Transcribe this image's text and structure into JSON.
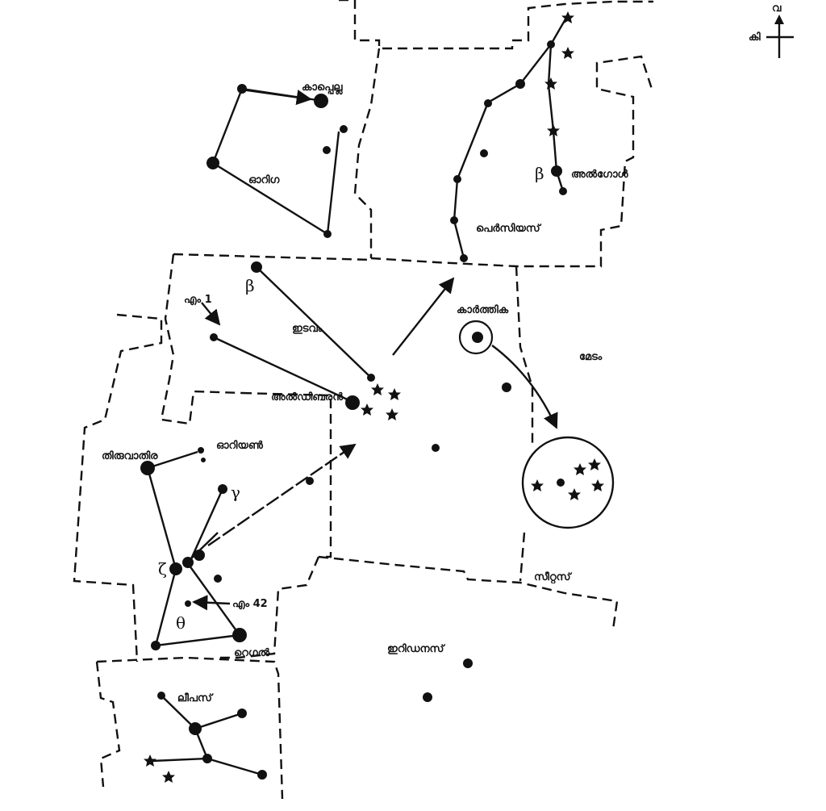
{
  "compass": {
    "north": "വ",
    "east": "കി"
  },
  "constellations": {
    "auriga": "ഓറിഗ",
    "perseus": "പെര്‍സിയസ്",
    "taurus": "ഇടവം",
    "orion": "ഓറിയണ്‍",
    "aries": "മേടം",
    "cetus": "സീറ്റസ്",
    "eridanus": "ഇറിഡനസ്",
    "lepus": "ലീപസ്"
  },
  "stars": {
    "capella": "കാപ്പെല്ല",
    "algol": "അല്‍ഗോള്‍",
    "aldebaran": "അല്‍ഡിബരന്‍",
    "betelgeuse": "തിരുവാതിര",
    "rigel": "റെഗല്‍",
    "pleiades": "കാര്‍ത്തിക",
    "m1": "എം 1",
    "m42": "എം 42"
  },
  "greek": {
    "beta_perseus": "β",
    "beta_taurus": "β",
    "gamma_orion": "γ",
    "zeta_orion": "ζ",
    "theta_orion": "θ"
  }
}
